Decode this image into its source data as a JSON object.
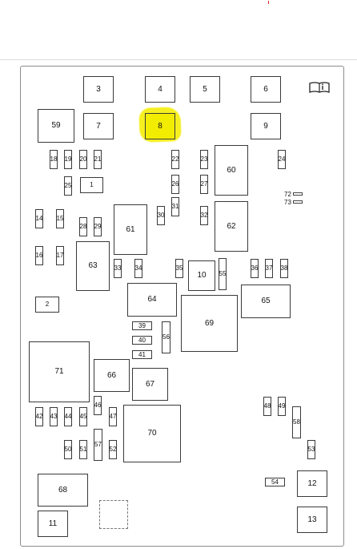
{
  "highlight_color": "#f2ec00",
  "icons": {
    "manual": "owner-manual-book-icon"
  },
  "fuses": {
    "f1": "1",
    "f2": "2",
    "f3": "3",
    "f4": "4",
    "f5": "5",
    "f6": "6",
    "f7": "7",
    "f8": "8",
    "f9": "9",
    "f10": "10",
    "f11": "11",
    "f12": "12",
    "f13": "13",
    "f14": "14",
    "f15": "15",
    "f16": "16",
    "f17": "17",
    "f18": "18",
    "f19": "19",
    "f20": "20",
    "f21": "21",
    "f22": "22",
    "f23": "23",
    "f24": "24",
    "f25": "25",
    "f26": "26",
    "f27": "27",
    "f28": "28",
    "f29": "29",
    "f30": "30",
    "f31": "31",
    "f32": "32",
    "f33": "33",
    "f34": "34",
    "f35": "35",
    "f36": "36",
    "f37": "37",
    "f38": "38",
    "f39": "39",
    "f40": "40",
    "f41": "41",
    "f42": "42",
    "f43": "43",
    "f44": "44",
    "f45": "45",
    "f46": "46",
    "f47": "47",
    "f48": "48",
    "f49": "49",
    "f50": "50",
    "f51": "51",
    "f52": "52",
    "f53": "53",
    "f54": "54",
    "f55": "55",
    "f56": "56",
    "f57": "57",
    "f58": "58",
    "f59": "59",
    "f60": "60",
    "f61": "61",
    "f62": "62",
    "f63": "63",
    "f64": "64",
    "f65": "65",
    "f66": "66",
    "f67": "67",
    "f68": "68",
    "f69": "69",
    "f70": "70",
    "f71": "71",
    "f72": "72",
    "f73": "73"
  }
}
